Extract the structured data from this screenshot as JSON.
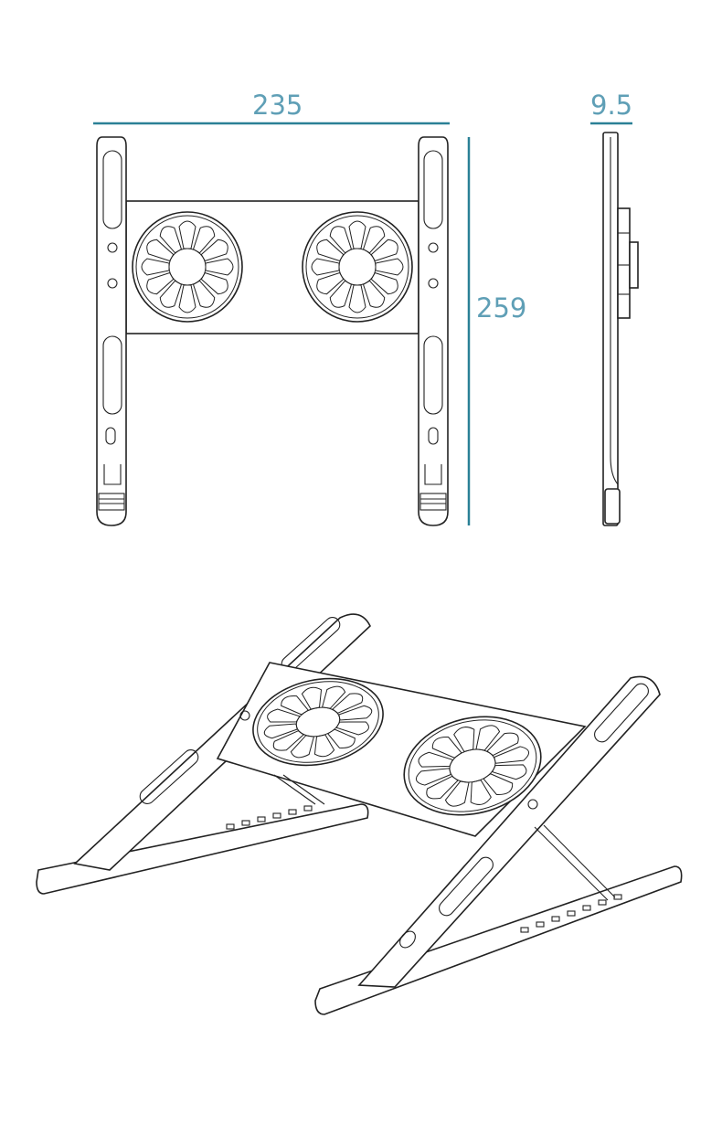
{
  "dimensions": {
    "width": "235",
    "height": "259",
    "thickness": "9.5"
  },
  "colors": {
    "dimension_text": "#5f9fb6",
    "dimension_line": "#2a8096",
    "drawing_line": "#222222"
  },
  "views": [
    "front-view",
    "side-view",
    "perspective-view"
  ],
  "fan_blades": 12
}
